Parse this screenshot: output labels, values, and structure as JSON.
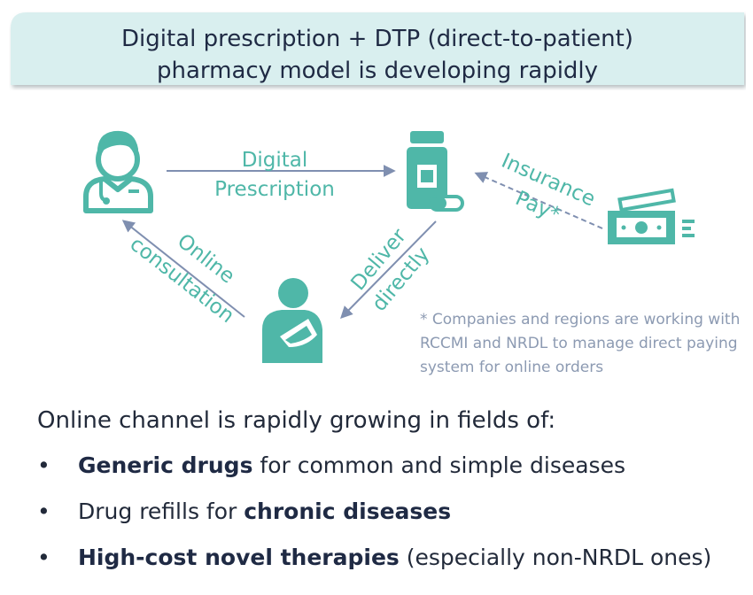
{
  "header": {
    "title_line1": "Digital prescription + DTP (direct-to-patient)",
    "title_line2": "pharmacy model is developing rapidly",
    "color": "#d9efef"
  },
  "diagram": {
    "edge_doctor_pharmacy": {
      "line1": "Digital",
      "line2": "Prescription"
    },
    "edge_insurance": {
      "line1": "Insurance",
      "line2": "Pay*"
    },
    "edge_patient_doctor": {
      "line1": "Online",
      "line2": "consultation"
    },
    "edge_pharmacy_patient": {
      "line1": "Deliver",
      "line2": "directly"
    },
    "icons": [
      "doctor-icon",
      "medicine-bottle-icon",
      "cash-icon",
      "patient-icon"
    ],
    "accent_color": "#4fb7a8",
    "arrow_color": "#7f8fb0"
  },
  "note": "* Companies and regions are working with RCCMI and NRDL to manage direct paying system for online orders",
  "summary": {
    "lead": "Online channel is rapidly growing in fields of:",
    "bullet_char": "•",
    "items": [
      {
        "bold": "Generic drugs",
        "rest": " for common and simple diseases"
      },
      {
        "pre": "Drug refills for ",
        "bold": "chronic diseases"
      },
      {
        "bold": "High-cost novel therapies",
        "rest": " (especially non-NRDL ones)"
      }
    ]
  }
}
